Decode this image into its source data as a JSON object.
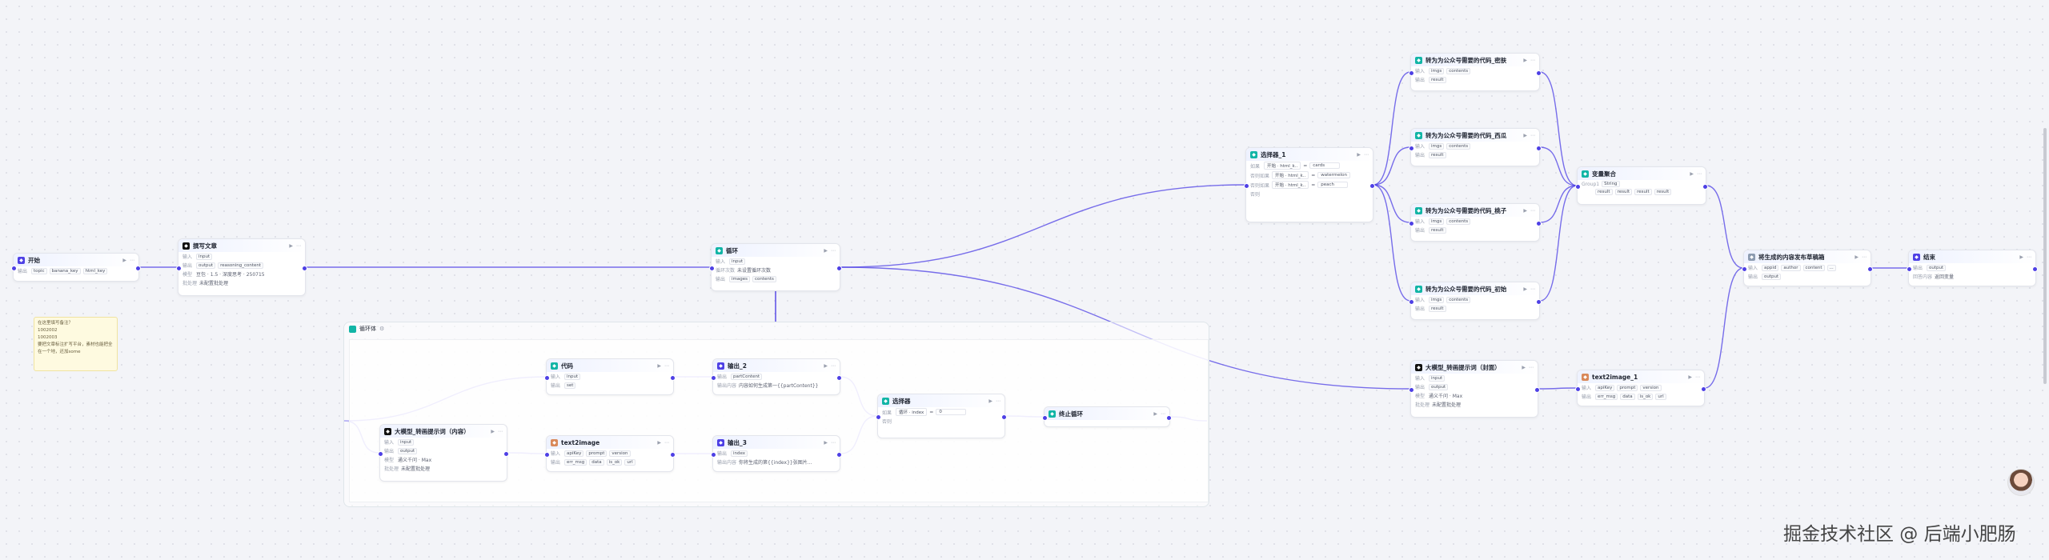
{
  "accent_color": "#4e40e5",
  "nodes": {
    "start": {
      "title": "开始",
      "r1k": "输出",
      "r1": [
        "topic",
        "banana_key",
        "html_key"
      ]
    },
    "llm_article": {
      "title": "撰写文章",
      "r1k": "输入",
      "r1": [
        "input"
      ],
      "r2k": "输出",
      "r2": [
        "output",
        "reasoning_content"
      ],
      "r3k": "模型",
      "r3": "豆包 · 1.5 · 深度思考 · 250715",
      "r4k": "批处理",
      "r4": "未配置批处理"
    },
    "loop": {
      "title": "循环",
      "r1k": "输入",
      "r1": [
        "input"
      ],
      "r2k": "循环次数",
      "r2": "未设置循环次数",
      "r3k": "输出",
      "r3": [
        "images",
        "contents"
      ]
    },
    "loop_body": {
      "title": "循环体"
    },
    "code": {
      "title": "代码",
      "r1k": "输入",
      "r1": [
        "input"
      ],
      "r2k": "输出",
      "r2": [
        "set"
      ]
    },
    "output2": {
      "title": "输出_2",
      "r1k": "输出",
      "r1": [
        "partContent"
      ],
      "r2k": "输出内容",
      "r2": "内容如何生成第一{{partContent}}"
    },
    "llm_inner": {
      "title": "大模型_转画提示词（内容）",
      "r1k": "输入",
      "r1": [
        "input"
      ],
      "r2k": "输出",
      "r2": [
        "output"
      ],
      "r3k": "模型",
      "r3": "通义千问 · Max",
      "r4k": "批处理",
      "r4": "未配置批处理"
    },
    "t2i": {
      "title": "text2image",
      "r1k": "输入",
      "r1": [
        "apiKey",
        "prompt",
        "version"
      ],
      "r2k": "输出",
      "r2": [
        "err_msg",
        "data",
        "is_ok",
        "url"
      ]
    },
    "output3": {
      "title": "输出_3",
      "r1k": "输出",
      "r1": [
        "index"
      ],
      "r2k": "输出内容",
      "r2": "你将生成的第{{index}}张图片..."
    },
    "selector_inner": {
      "title": "选择器",
      "r1k": "如果",
      "r1a": "循环 · index",
      "r1b": "=",
      "r1c": "0",
      "r2k": "否则"
    },
    "terminate": {
      "title": "终止循环"
    },
    "selector1": {
      "title": "选择器_1",
      "rows": [
        {
          "k": "如果",
          "a": "开始 · html_k..",
          "b": "=",
          "c": "cards"
        },
        {
          "k": "否则如果",
          "a": "开始 · html_k..",
          "b": "=",
          "c": "watermelon"
        },
        {
          "k": "否则如果",
          "a": "开始 · html_k..",
          "b": "=",
          "c": "peach"
        },
        {
          "k": "否则",
          "a": "",
          "b": "",
          "c": ""
        }
      ]
    },
    "conv_a": {
      "title": "转为为公众号需要的代码_密肤",
      "r1k": "输入",
      "r1": [
        "imgs",
        "contents"
      ],
      "r2k": "输出",
      "r2": [
        "result"
      ]
    },
    "conv_b": {
      "title": "转为为公众号需要的代码_西瓜",
      "r1k": "输入",
      "r1": [
        "imgs",
        "contents"
      ],
      "r2k": "输出",
      "r2": [
        "result"
      ]
    },
    "conv_c": {
      "title": "转为为公众号需要的代码_桃子",
      "r1k": "输入",
      "r1": [
        "imgs",
        "contents"
      ],
      "r2k": "输出",
      "r2": [
        "result"
      ]
    },
    "conv_d": {
      "title": "转为为公众号需要的代码_初始",
      "r1k": "输入",
      "r1": [
        "imgs",
        "contents"
      ],
      "r2k": "输出",
      "r2": [
        "result"
      ]
    },
    "var_merge": {
      "title": "变量聚合",
      "r1k": "Group1",
      "r1": [
        "String"
      ],
      "r2": [
        "result",
        "result",
        "result",
        "result"
      ]
    },
    "final_draft": {
      "title": "将生成的内容发布草稿箱",
      "r1k": "输入",
      "r1": [
        "appid",
        "author",
        "content",
        "..."
      ],
      "r2k": "输出",
      "r2": [
        "output"
      ]
    },
    "end": {
      "title": "结束",
      "r1k": "输出",
      "r1": [
        "output"
      ],
      "r2k": "回答内容",
      "r2": "返回变量"
    },
    "llm_cover": {
      "title": "大模型_转画提示词（封面）",
      "r1k": "输入",
      "r1": [
        "input"
      ],
      "r2k": "输出",
      "r2": [
        "output"
      ],
      "r3k": "模型",
      "r3": "通义千问 · Max",
      "r4k": "批处理",
      "r4": "未配置批处理"
    },
    "t2i_1": {
      "title": "text2image_1",
      "r1k": "输入",
      "r1": [
        "apiKey",
        "prompt",
        "version"
      ],
      "r2k": "输出",
      "r2": [
        "err_msg",
        "data",
        "is_ok",
        "url"
      ]
    }
  },
  "note": {
    "lines": [
      "在这里填写备注？",
      "1002002",
      "1002003",
      "要把文章标注扩写平台，素材也能把全在一个地，还加some"
    ]
  },
  "watermark": "掘金技术社区 @ 后端小肥肠"
}
